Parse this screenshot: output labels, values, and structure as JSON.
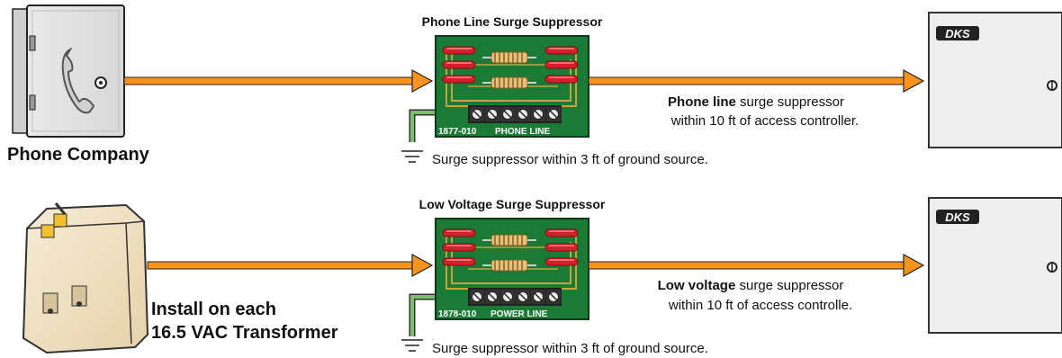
{
  "row1": {
    "source_label": "Phone Company",
    "suppressor_title": "Phone Line Surge Suppressor",
    "board_part": "1877-010",
    "board_line": "PHONE LINE",
    "note_bold": "Phone line",
    "note_rest": " surge suppressor",
    "note_line2": "within 10 ft of access controller.",
    "ground_note": "Surge suppressor within 3 ft of ground source.",
    "controller_logo": "DKS"
  },
  "row2": {
    "source_label_1": "Install on each",
    "source_label_2": "16.5 VAC Transformer",
    "suppressor_title": "Low Voltage Surge Suppressor",
    "board_part": "1878-010",
    "board_line": "POWER LINE",
    "note_bold": "Low voltage",
    "note_rest": " surge suppressor",
    "note_line2": "within 10 ft of access controlle.",
    "ground_note": "Surge suppressor within 3 ft of ground source.",
    "controller_logo": "DKS"
  },
  "colors": {
    "arrow": "#f7931e",
    "board": "#1b7a36",
    "trace": "#c8a23a",
    "fuse": "#d3202a",
    "ground_wire": "#7dbf6e",
    "enclosure": "#eeeeee"
  },
  "icons": [
    "phone-box-icon",
    "transformer-icon",
    "ground-icon",
    "controller-box-icon",
    "surge-board-icon"
  ]
}
